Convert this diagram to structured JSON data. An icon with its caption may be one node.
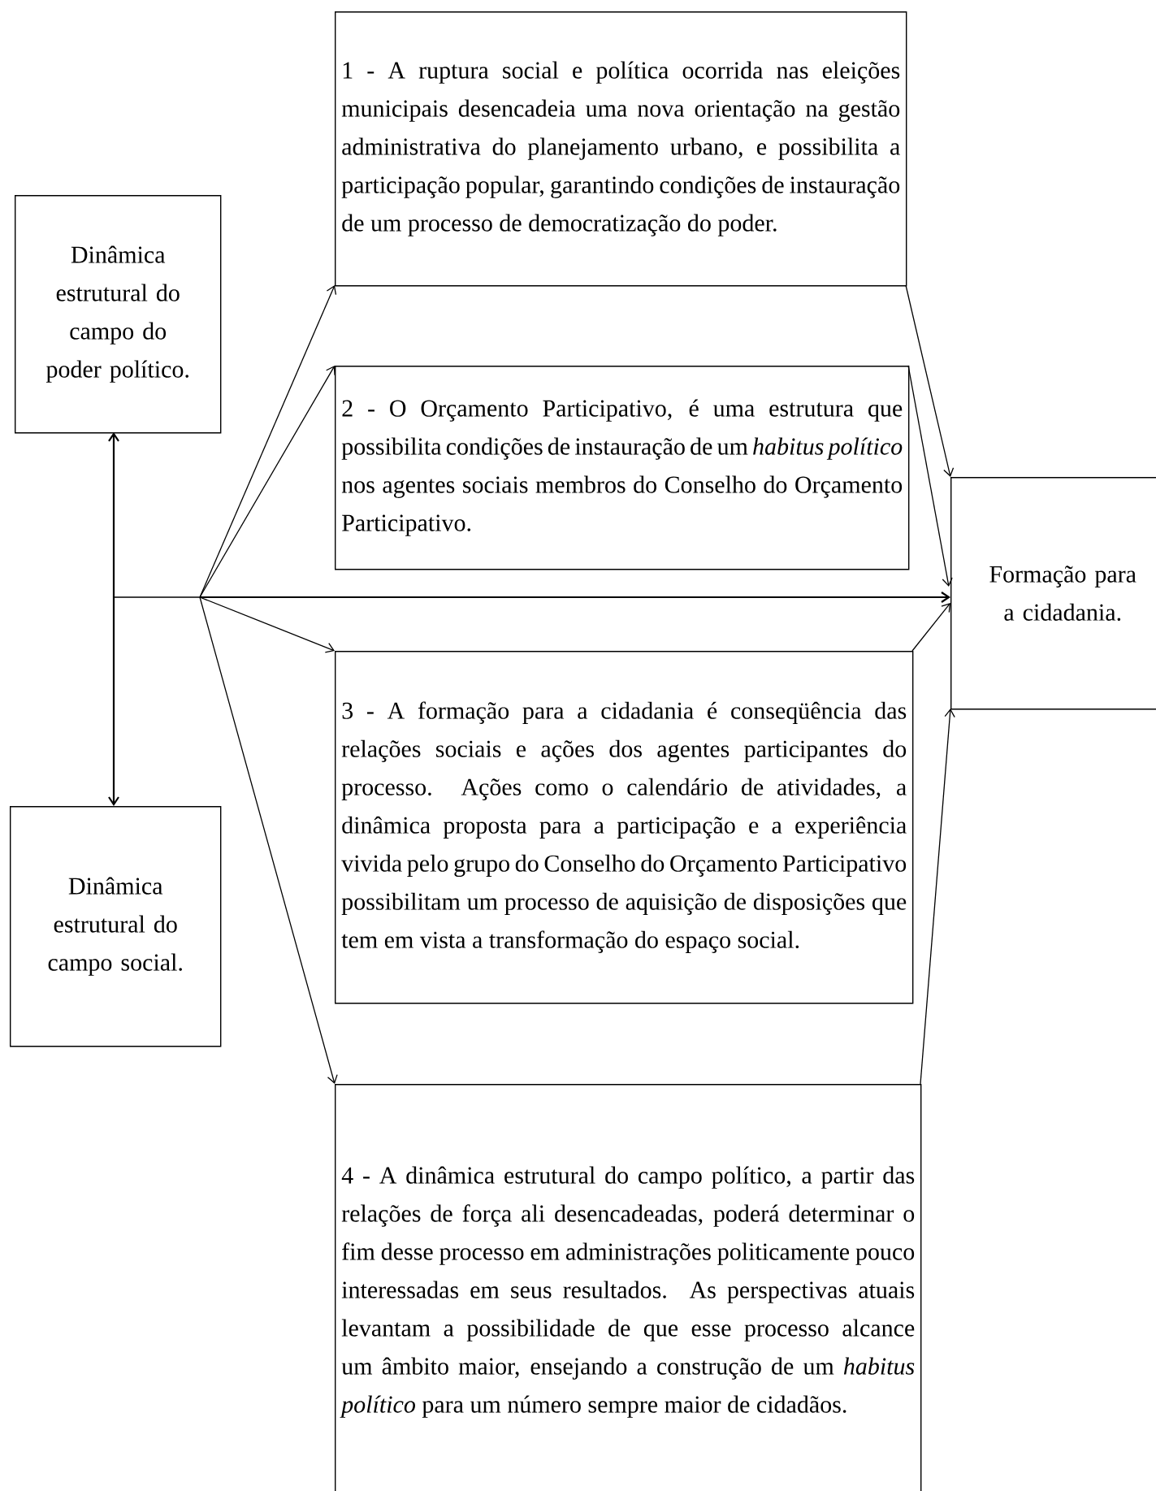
{
  "diagram": {
    "nodes": [
      {
        "text": [
          "Dinâmica estrutural do campo do poder político."
        ]
      },
      {
        "text": [
          "1 - A ruptura social e política ocorrida nas eleições municipais desencadeia uma nova orientação na gestão administrativa do planejamento urbano, e possibilita a participação popular, garantindo condições de instauração de um processo de democratização do poder."
        ]
      },
      {
        "text": [
          "2 - O Orçamento Participativo, é uma estrutura que possibilita condições de instauração de um *habitus político* nos agentes sociais membros do Conselho do Orçamento Participativo."
        ]
      },
      {
        "text": [
          "Formação para a cidadania."
        ]
      },
      {
        "text": [
          "3 - A formação para a cidadania é conseqüência das relações sociais e ações dos agentes participantes do processo. Ações como o calendário de atividades, a dinâmica proposta para a participação e a experiência vivida pelo grupo do Conselho do Orçamento Participativo possibilitam um processo de aquisição de disposições que tem em vista a transformação do espaço social."
        ]
      },
      {
        "text": [
          "Dinâmica estrutural do campo social."
        ]
      },
      {
        "text": [
          "4 - A dinâmica estrutural do campo político, a partir das relações de força ali desencadeadas, poderá determinar o fim desse processo em administrações politicamente pouco interessadas em seus resultados. As perspectivas atuais levantam a possibilidade de que esse processo alcance um âmbito maior, ensejando a construção de um *habitus político* para um número sempre maior de cidadãos."
        ]
      }
    ],
    "edges": [
      {
        "from": 0,
        "to": 5,
        "arrow": "both"
      },
      {
        "from": null,
        "to": 1,
        "arrow": "to"
      },
      {
        "from": null,
        "to": 2,
        "arrow": "to"
      },
      {
        "from": null,
        "to": 3,
        "arrow": "to"
      },
      {
        "from": null,
        "to": 4,
        "arrow": "to"
      },
      {
        "from": null,
        "to": 6,
        "arrow": "to"
      },
      {
        "from": 1,
        "to": 3,
        "arrow": "to"
      },
      {
        "from": 2,
        "to": 3,
        "arrow": "to"
      },
      {
        "from": 4,
        "to": 3,
        "arrow": "to"
      },
      {
        "from": 6,
        "to": 3,
        "arrow": "to"
      }
    ]
  }
}
